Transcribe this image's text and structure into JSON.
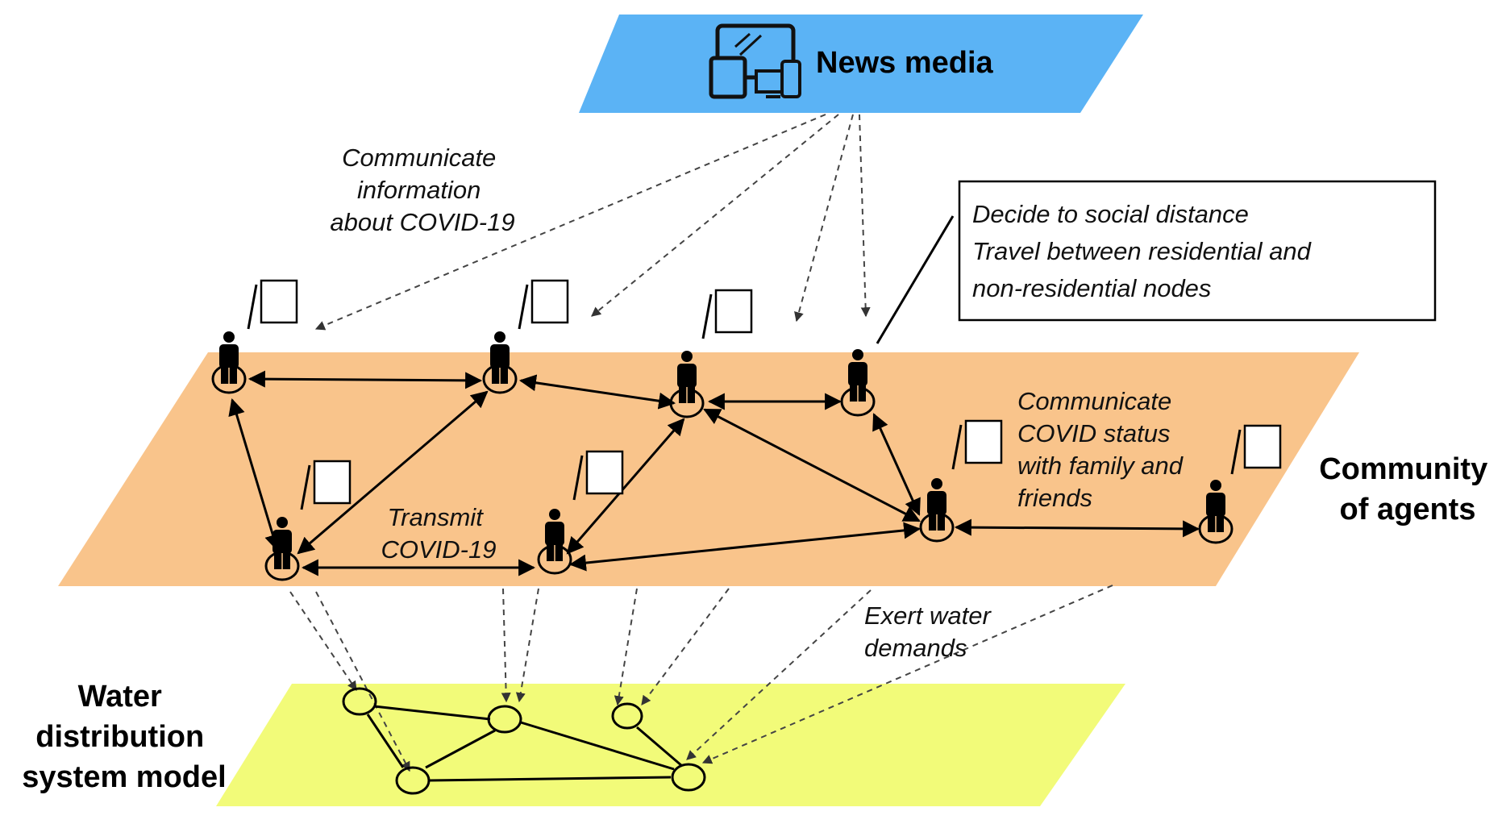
{
  "colors": {
    "news_layer": "#5bb3f5",
    "community_layer": "#f9c48b",
    "water_layer": "#f2fb79",
    "ink": "#000000"
  },
  "news": {
    "title": "News media",
    "icon": "devices-icon"
  },
  "community": {
    "label_line1": "Community",
    "label_line2": "of agents"
  },
  "water": {
    "label_line1": "Water",
    "label_line2": "distribution",
    "label_line3": "system model"
  },
  "annotations": {
    "communicate_info": [
      "Communicate",
      "information",
      "about COVID-19"
    ],
    "decide_box": [
      "Decide to social distance",
      "Travel between residential and",
      "non-residential nodes"
    ],
    "communicate_status": [
      "Communicate",
      "COVID status",
      "with family and",
      "friends"
    ],
    "transmit": [
      "Transmit",
      "COVID-19"
    ],
    "exert": [
      "Exert water",
      "demands"
    ]
  },
  "agents": [
    {
      "id": "a1",
      "icon": "person-icon"
    },
    {
      "id": "a2",
      "icon": "person-icon"
    },
    {
      "id": "a3",
      "icon": "person-icon"
    },
    {
      "id": "a4",
      "icon": "person-icon"
    },
    {
      "id": "a5",
      "icon": "person-icon"
    },
    {
      "id": "a6",
      "icon": "person-icon"
    },
    {
      "id": "a7",
      "icon": "person-icon"
    },
    {
      "id": "a8",
      "icon": "person-icon"
    }
  ]
}
